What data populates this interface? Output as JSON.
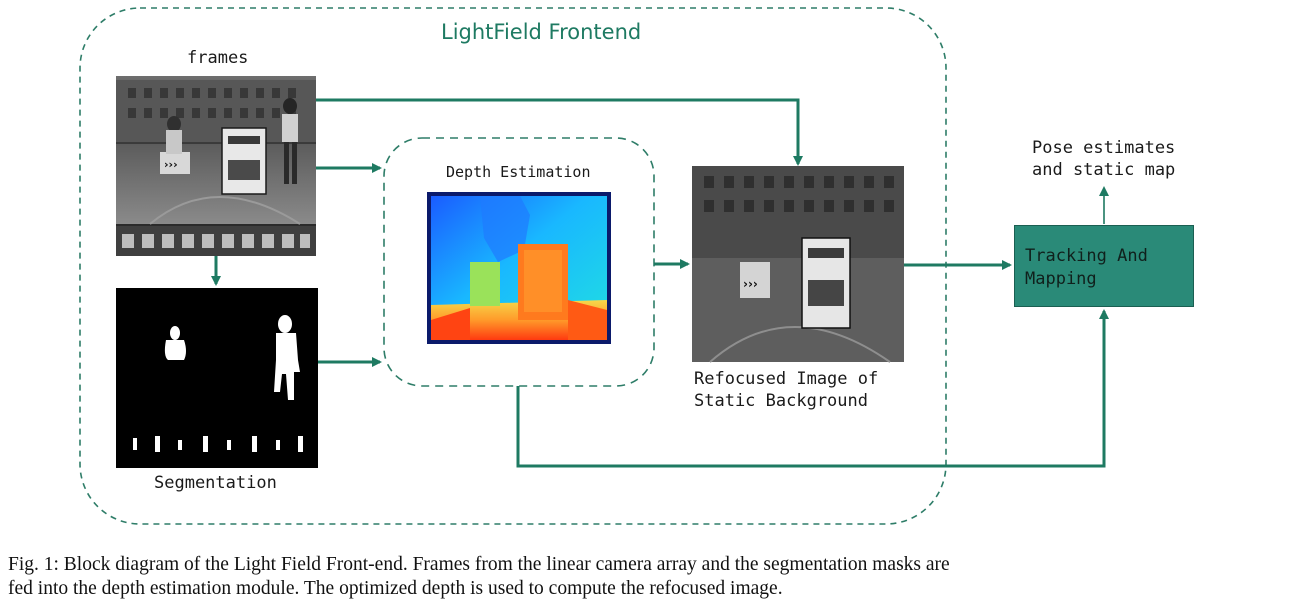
{
  "diagram": {
    "frontend_title": "LightField Frontend",
    "frames_label": "frames",
    "segmentation_label": "Segmentation",
    "depth_label": "Depth Estimation",
    "refocused_label_line1": "Refocused Image of",
    "refocused_label_line2": "Static Background",
    "tracking_line1": "Tracking And",
    "tracking_line2": "Mapping",
    "pose_line1": "Pose estimates",
    "pose_line2": "and static map"
  },
  "caption": {
    "line1": "Fig. 1: Block diagram of the Light Field Front-end. Frames from the linear camera array and the segmentation masks are",
    "line2": "fed into the depth estimation module. The optimized depth is used to compute the refocused image."
  },
  "colors": {
    "accent": "#1e7a62",
    "tracking_fill": "#2a8a78"
  }
}
